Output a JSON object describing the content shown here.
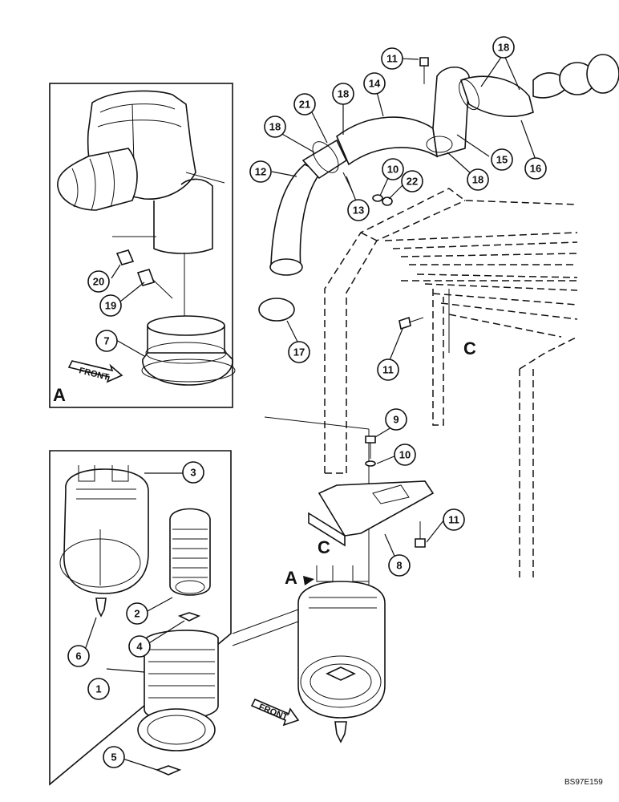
{
  "figure_code": "BS97E159",
  "view_label": "A",
  "view_ref": "A",
  "section_label": "C",
  "front_arrow_text": "FRONT",
  "callouts": [
    {
      "id": "c1",
      "num": "1"
    },
    {
      "id": "c2",
      "num": "2"
    },
    {
      "id": "c3",
      "num": "3"
    },
    {
      "id": "c4",
      "num": "4"
    },
    {
      "id": "c5",
      "num": "5"
    },
    {
      "id": "c6",
      "num": "6"
    },
    {
      "id": "c7",
      "num": "7"
    },
    {
      "id": "c8",
      "num": "8"
    },
    {
      "id": "c9",
      "num": "9"
    },
    {
      "id": "c10a",
      "num": "10"
    },
    {
      "id": "c10b",
      "num": "10"
    },
    {
      "id": "c11a",
      "num": "11"
    },
    {
      "id": "c11b",
      "num": "11"
    },
    {
      "id": "c11c",
      "num": "11"
    },
    {
      "id": "c12",
      "num": "12"
    },
    {
      "id": "c13",
      "num": "13"
    },
    {
      "id": "c14",
      "num": "14"
    },
    {
      "id": "c15",
      "num": "15"
    },
    {
      "id": "c16",
      "num": "16"
    },
    {
      "id": "c17",
      "num": "17"
    },
    {
      "id": "c18a",
      "num": "18"
    },
    {
      "id": "c18b",
      "num": "18"
    },
    {
      "id": "c18c",
      "num": "18"
    },
    {
      "id": "c18d",
      "num": "18"
    },
    {
      "id": "c19",
      "num": "19"
    },
    {
      "id": "c20",
      "num": "20"
    },
    {
      "id": "c21",
      "num": "21"
    },
    {
      "id": "c22",
      "num": "22"
    }
  ]
}
